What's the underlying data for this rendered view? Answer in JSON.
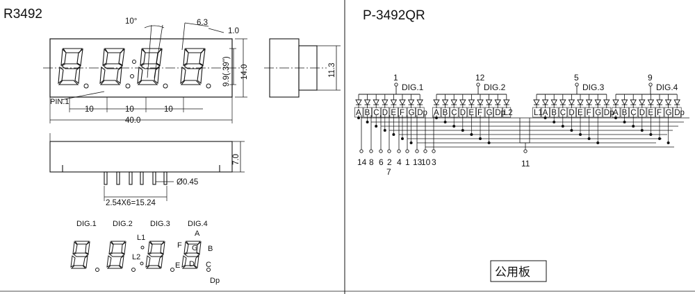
{
  "left": {
    "title": "R3492",
    "dims": {
      "angle": "10°",
      "seg_gap": "6.3",
      "seg_w": "1.0",
      "digit_h": "9.9(.39\")",
      "body_h": "14.0",
      "side_h": "11.3",
      "pin1": "PIN.1",
      "pitch": [
        "10",
        "10",
        "10"
      ],
      "width": "40.0",
      "thick": "7.0",
      "pin_d": "Ø0.45",
      "pin_span": "2.54X6=15.24"
    },
    "bottom": {
      "digits": [
        "DIG.1",
        "DIG.2",
        "DIG.3",
        "DIG.4"
      ],
      "colons": [
        "L1",
        "L2"
      ],
      "segments": [
        "A",
        "B",
        "C",
        "D",
        "E",
        "F",
        "G",
        "Dp"
      ]
    }
  },
  "right": {
    "title": "P-3492QR",
    "groups": [
      {
        "digit": "DIG.1",
        "pin": "1",
        "segments": [
          "A",
          "B",
          "C",
          "D",
          "E",
          "F",
          "G",
          "Dp"
        ]
      },
      {
        "digit": "DIG.2",
        "pin": "12",
        "segments": [
          "A",
          "B",
          "C",
          "D",
          "E",
          "F",
          "G",
          "Dp",
          "L2"
        ]
      },
      {
        "digit": "DIG.3",
        "pin": "5",
        "segments": [
          "L1",
          "A",
          "B",
          "C",
          "D",
          "E",
          "F",
          "G",
          "Dp"
        ]
      },
      {
        "digit": "DIG.4",
        "pin": "9",
        "segments": [
          "A",
          "B",
          "C",
          "D",
          "E",
          "F",
          "G",
          "Dp"
        ]
      }
    ],
    "bottom_pins": [
      "14",
      "8",
      "6",
      "2",
      "4",
      "1",
      "13",
      "10",
      "3"
    ],
    "pin_under": "7",
    "colon_pin": "11",
    "badge": "公用板"
  }
}
